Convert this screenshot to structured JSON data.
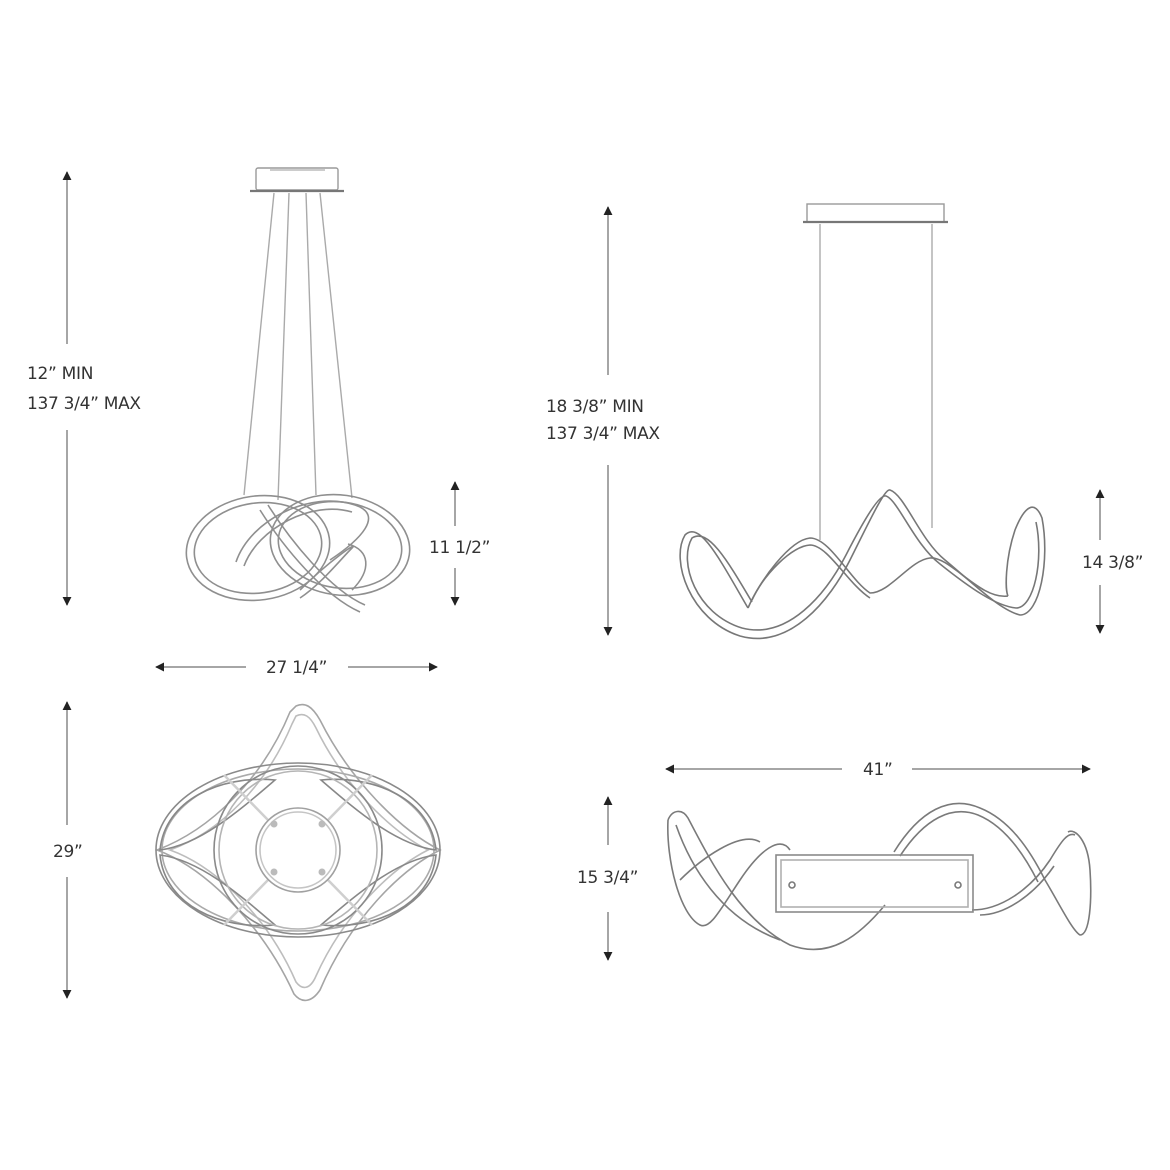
{
  "diagram": {
    "title": "Pendant light fixture dimension drawings",
    "line_color": "#9a9a9a",
    "dark_line_color": "#555555",
    "arrow_color": "#222222",
    "text_color": "#333333",
    "views": [
      {
        "id": "round-pendant-side",
        "overall_height": {
          "min": "12” MIN",
          "max": "137 3/4” MAX"
        },
        "fixture_height": "11 1/2”",
        "width": "27 1/4”"
      },
      {
        "id": "linear-pendant-side",
        "overall_height": {
          "min": "18 3/8” MIN",
          "max": "137 3/4” MAX"
        },
        "fixture_height": "14 3/8”"
      },
      {
        "id": "round-pendant-top",
        "depth": "29”"
      },
      {
        "id": "linear-pendant-top",
        "width": "41”",
        "depth": "15 3/4”"
      }
    ]
  },
  "labels": {
    "left_overall_min": "12” MIN",
    "left_overall_max": "137 3/4” MAX",
    "left_fixture_height": "11 1/2”",
    "left_width": "27 1/4”",
    "left_depth": "29”",
    "right_overall_min": "18 3/8” MIN",
    "right_overall_max": "137 3/4” MAX",
    "right_fixture_height": "14 3/8”",
    "right_width": "41”",
    "right_depth": "15 3/4”"
  }
}
